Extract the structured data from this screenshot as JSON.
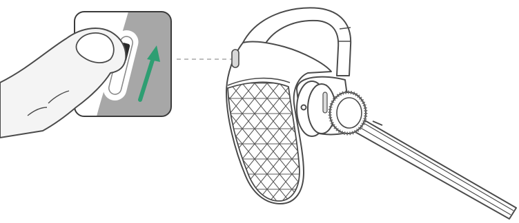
{
  "illustration": {
    "subject": "headset",
    "inset_subject": "power-slide-switch",
    "gesture": "slide-up",
    "colors": {
      "outline": "#4a4a4a",
      "inset_background": "#a7a7a7",
      "inset_border": "#3a3a3a",
      "arrow": "#2e9e72",
      "skin": "#f4f4f4",
      "leader_line": "#bdbdbd"
    }
  }
}
